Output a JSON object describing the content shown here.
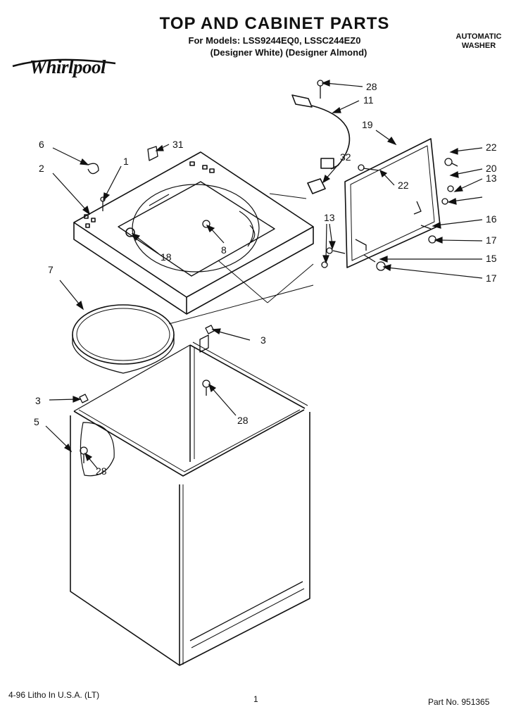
{
  "header": {
    "title": "TOP AND CABINET PARTS",
    "models_line": "For Models: LSS9244EQ0, LSSC244EZ0",
    "variants_line": "(Designer White) (Designer Almond)",
    "product_line1": "AUTOMATIC",
    "product_line2": "WASHER"
  },
  "logo": {
    "text": "Whirlpool"
  },
  "callouts": [
    {
      "id": "28-top",
      "num": "28"
    },
    {
      "id": "11",
      "num": "11"
    },
    {
      "id": "19",
      "num": "19"
    },
    {
      "id": "22-right",
      "num": "22"
    },
    {
      "id": "20",
      "num": "20"
    },
    {
      "id": "13-right",
      "num": "13"
    },
    {
      "id": "16",
      "num": "16"
    },
    {
      "id": "17-a",
      "num": "17"
    },
    {
      "id": "15",
      "num": "15"
    },
    {
      "id": "17-b",
      "num": "17"
    },
    {
      "id": "32",
      "num": "32"
    },
    {
      "id": "22-inner",
      "num": "22"
    },
    {
      "id": "13-left",
      "num": "13"
    },
    {
      "id": "31",
      "num": "31"
    },
    {
      "id": "6",
      "num": "6"
    },
    {
      "id": "1",
      "num": "1"
    },
    {
      "id": "2",
      "num": "2"
    },
    {
      "id": "8",
      "num": "8"
    },
    {
      "id": "18",
      "num": "18"
    },
    {
      "id": "7",
      "num": "7"
    },
    {
      "id": "3-right",
      "num": "3"
    },
    {
      "id": "28-mid",
      "num": "28"
    },
    {
      "id": "3-left",
      "num": "3"
    },
    {
      "id": "5",
      "num": "5"
    },
    {
      "id": "28-cab",
      "num": "28"
    }
  ],
  "footer": {
    "litho": "4-96 Litho In U.S.A. (LT)",
    "page": "1",
    "part_no": "Part No. 951365"
  }
}
